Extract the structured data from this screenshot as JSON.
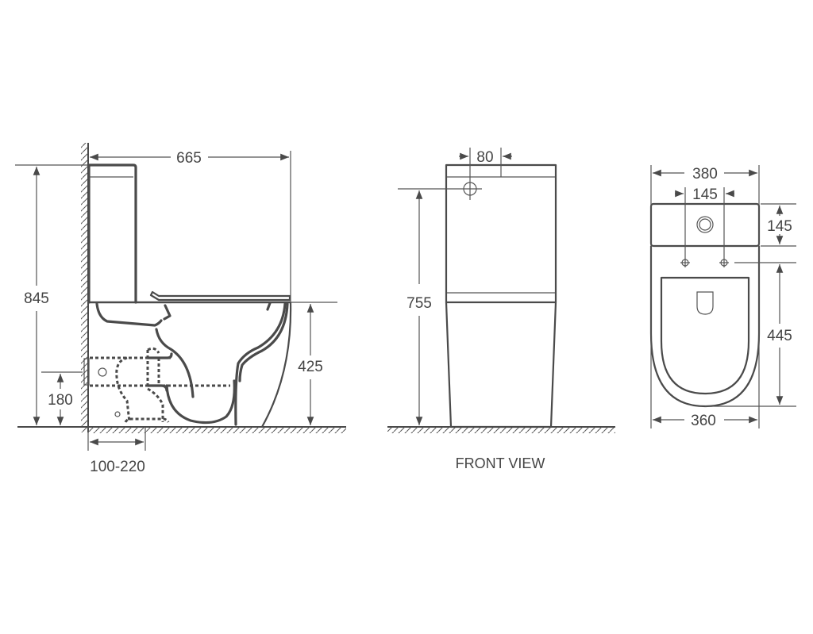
{
  "drawing": {
    "subject": "Close-coupled toilet technical drawing",
    "colors": {
      "line": "#4a4a4a",
      "text": "#444444",
      "background": "#ffffff"
    }
  },
  "side_view": {
    "dimensions": {
      "overall_depth": "665",
      "overall_height": "845",
      "seat_height": "425",
      "inlet_height": "180",
      "rough_in": "100-220"
    }
  },
  "front_view": {
    "title": "FRONT VIEW",
    "dimensions": {
      "button_offset": "80",
      "inlet_height": "755"
    }
  },
  "top_view": {
    "dimensions": {
      "overall_width": "380",
      "bolt_spacing": "145",
      "tank_depth": "145",
      "bowl_length": "445",
      "bowl_width": "360"
    }
  }
}
